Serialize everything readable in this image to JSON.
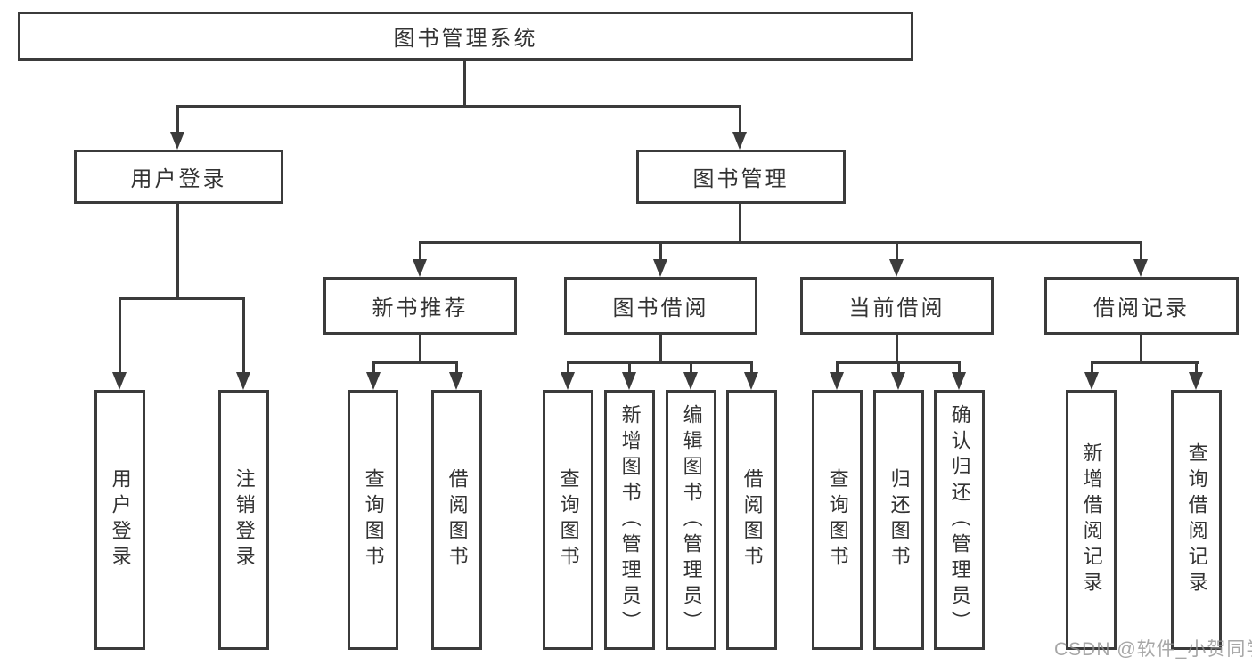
{
  "tree": {
    "root": {
      "label": "图书管理系统"
    },
    "level2": [
      {
        "label": "用户登录",
        "leaves": [
          {
            "label": "用户登录"
          },
          {
            "label": "注销登录"
          }
        ]
      },
      {
        "label": "图书管理",
        "groups": [
          {
            "label": "新书推荐",
            "leaves": [
              {
                "label": "查询图书"
              },
              {
                "label": "借阅图书"
              }
            ]
          },
          {
            "label": "图书借阅",
            "leaves": [
              {
                "label": "查询图书"
              },
              {
                "label": "新增图书（管理员）"
              },
              {
                "label": "编辑图书（管理员）"
              },
              {
                "label": "借阅图书"
              }
            ]
          },
          {
            "label": "当前借阅",
            "leaves": [
              {
                "label": "查询图书"
              },
              {
                "label": "归还图书"
              },
              {
                "label": "确认归还（管理员）"
              }
            ]
          },
          {
            "label": "借阅记录",
            "leaves": [
              {
                "label": "新增借阅记录"
              },
              {
                "label": "查询借阅记录"
              }
            ]
          }
        ]
      }
    ]
  },
  "watermark": {
    "text": "CSDN @软件_小贺同学"
  },
  "colors": {
    "line": "#3b3b3b",
    "text": "#333333",
    "background": "#ffffff"
  }
}
